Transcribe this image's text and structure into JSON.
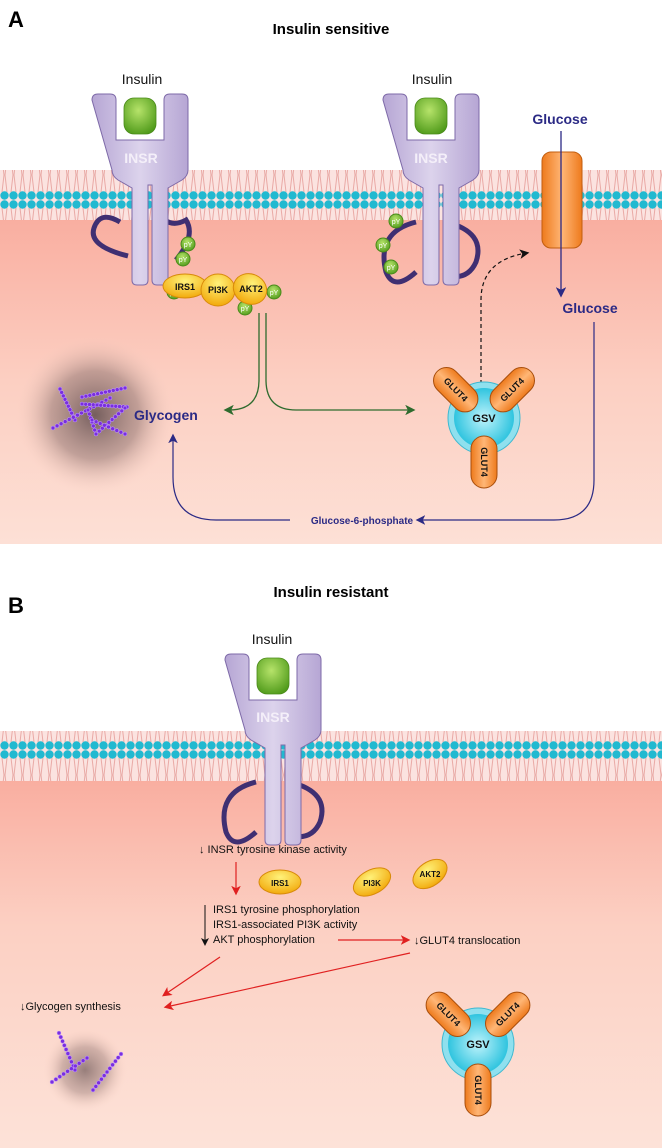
{
  "panelA": {
    "letter": "A",
    "title": "Insulin sensitive",
    "receptor1": {
      "ligand": "Insulin",
      "receptor": "INSR",
      "phospho": [
        "pY",
        "pY",
        "pY",
        "pY",
        "pY",
        "pY"
      ]
    },
    "receptor2": {
      "ligand": "Insulin",
      "receptor": "INSR",
      "phospho": [
        "pY",
        "pY",
        "pY"
      ]
    },
    "signaling": {
      "irs1": "IRS1",
      "pi3k": "PI3K",
      "akt2": "AKT2"
    },
    "glucose_out": "Glucose",
    "glucose_in": "Glucose",
    "glycogen": "Glycogen",
    "g6p": "Glucose-6-phosphate",
    "gsv": {
      "label": "GSV",
      "glut": [
        "GLUT4",
        "GLUT4",
        "GLUT4"
      ]
    }
  },
  "panelB": {
    "letter": "B",
    "title": "Insulin resistant",
    "receptor": {
      "ligand": "Insulin",
      "receptor": "INSR"
    },
    "effects": {
      "insr_kinase": "↓ INSR tyrosine kinase activity",
      "irs1_phos": "IRS1 tyrosine phosphorylation",
      "pi3k_act": "IRS1-associated PI3K activity",
      "akt_phos": "AKT phosphorylation",
      "glut4_trans": "↓GLUT4 translocation",
      "glycogen_syn": "↓Glycogen synthesis"
    },
    "signaling": {
      "irs1": "IRS1",
      "pi3k": "PI3K",
      "akt2": "AKT2"
    },
    "gsv": {
      "label": "GSV",
      "glut": [
        "GLUT4",
        "GLUT4",
        "GLUT4"
      ]
    }
  },
  "colors": {
    "navy": "#2b2a85",
    "green_arrow": "#2e6b2e",
    "red_arrow": "#e02020",
    "receptor": "#c3b6da",
    "cytoplasm": "#fbd0c4",
    "membrane_head": "#21b8cf",
    "glut": "#f08a2a",
    "gsv": "#45cde6"
  }
}
